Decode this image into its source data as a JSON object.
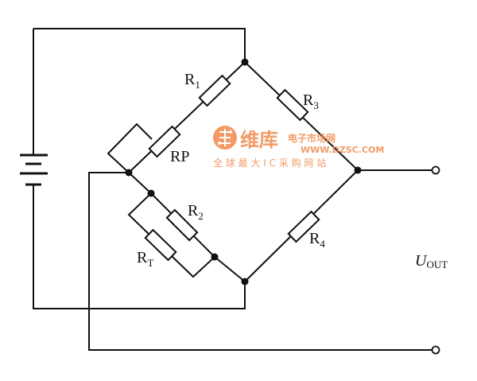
{
  "labels": {
    "r1": {
      "main": "R",
      "sub": "1"
    },
    "r2": {
      "main": "R",
      "sub": "2"
    },
    "r3": {
      "main": "R",
      "sub": "3"
    },
    "r4": {
      "main": "R",
      "sub": "4"
    },
    "rt": {
      "main": "R",
      "sub": "T"
    },
    "rp": {
      "main": "RP"
    },
    "uout": {
      "main": "U",
      "sub": "OUT"
    }
  },
  "watermark": {
    "brand": "维库",
    "subtitle": "电子市场网",
    "url": "WWW.DZSC.COM",
    "slogan": "全 球 最 大 I C 采 购 网 站"
  },
  "colors": {
    "ink": "#111111",
    "watermark": "#f08a4b"
  }
}
